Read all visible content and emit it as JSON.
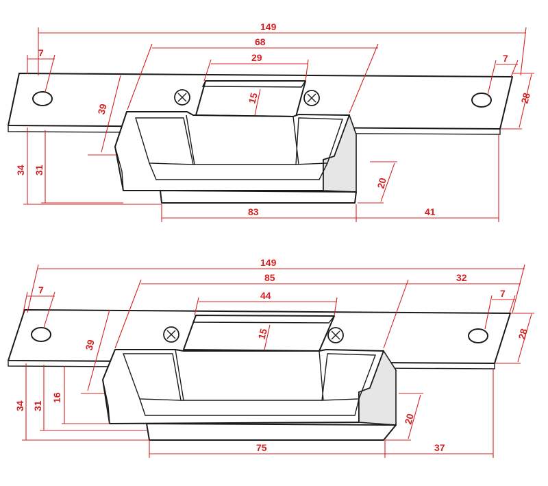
{
  "colors": {
    "dimension": "#d42020",
    "outline": "#1a1a1a",
    "background": "#ffffff"
  },
  "top_view": {
    "dims": {
      "total_length": "149",
      "hole_offset_left": "7",
      "body_length": "68",
      "opening_width": "29",
      "hole_offset_right": "7",
      "plate_height": "28",
      "latch_depth": "15",
      "body_depth": "39",
      "height_a": "34",
      "height_b": "31",
      "base_length": "83",
      "side_offset": "41",
      "base_height": "20"
    }
  },
  "bottom_view": {
    "dims": {
      "total_length": "149",
      "hole_offset_left": "7",
      "body_length": "85",
      "right_segment": "32",
      "opening_width": "44",
      "hole_offset_right": "7",
      "plate_height": "28",
      "latch_depth": "15",
      "body_depth": "39",
      "height_a": "34",
      "height_b": "31",
      "height_c": "16",
      "base_length": "75",
      "side_offset": "37",
      "base_height": "20"
    }
  }
}
